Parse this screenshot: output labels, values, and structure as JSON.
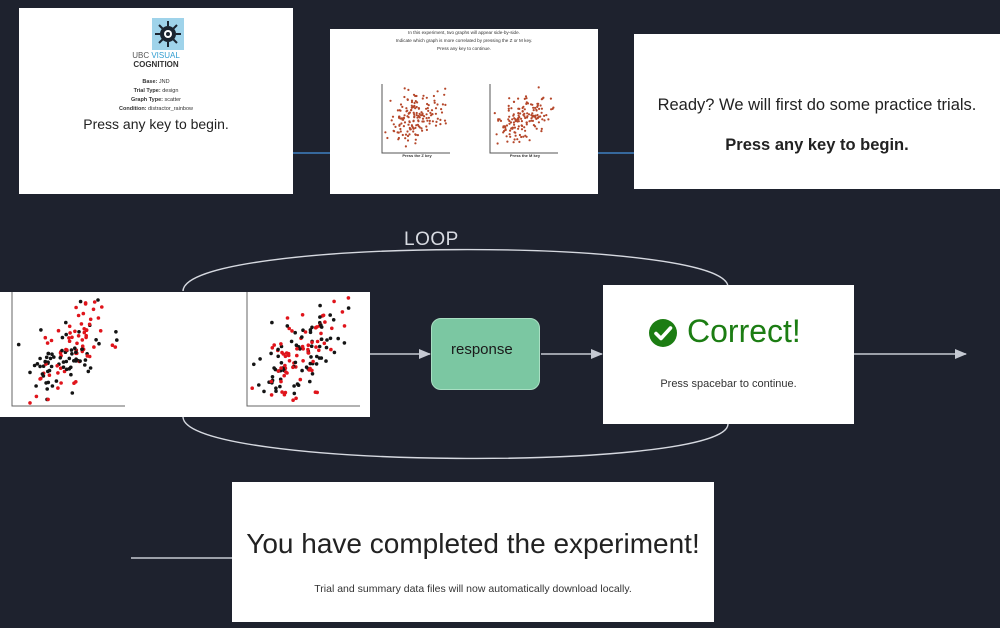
{
  "intro": {
    "logo_ubc": "UBC",
    "logo_visual": "VISUAL",
    "logo_cognition": "COGNITION",
    "fields": [
      {
        "label": "Base:",
        "value": "JND"
      },
      {
        "label": "Trial Type:",
        "value": "design"
      },
      {
        "label": "Graph Type:",
        "value": "scatter"
      },
      {
        "label": "Condition:",
        "value": "distractor_rainbow"
      }
    ],
    "prompt": "Press any key to begin."
  },
  "instructions": {
    "lines": [
      "In this experiment, two graphs will appear side-by-side.",
      "Indicate which graph is more correlated by pressing the Z or M key.",
      "Press any key to continue."
    ],
    "left_caption": "Press the Z key",
    "right_caption": "Press the M key"
  },
  "practice": {
    "line1": "Ready? We will first do some practice trials.",
    "line2": "Press any key to begin."
  },
  "loop": {
    "label": "LOOP"
  },
  "response": {
    "label": "response"
  },
  "feedback": {
    "title": "Correct!",
    "subtitle": "Press spacebar to continue.",
    "icon": "check-circle-icon",
    "color": "#1c7d13"
  },
  "completion": {
    "title": "You have completed the experiment!",
    "subtitle": "Trial and summary data files will now automatically download locally."
  },
  "colors": {
    "background": "#1e222e",
    "arrow_blue": "#3f7fc0",
    "arrow_gray": "#c5c9d2",
    "mini_dot": "#b5472a",
    "stim_red": "#e0141b",
    "stim_black": "#141414"
  }
}
